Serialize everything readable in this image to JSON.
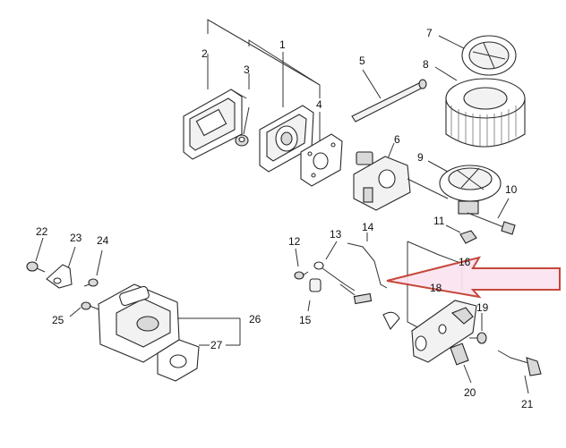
{
  "diagram": {
    "callouts": [
      "1",
      "2",
      "3",
      "4",
      "5",
      "6",
      "7",
      "8",
      "9",
      "10",
      "11",
      "12",
      "13",
      "14",
      "15",
      "16",
      "18",
      "19",
      "20",
      "21",
      "22",
      "23",
      "24",
      "25",
      "26",
      "27"
    ],
    "arrow_color": "#c0392b",
    "arrow_fill": "#fbe3ef"
  }
}
